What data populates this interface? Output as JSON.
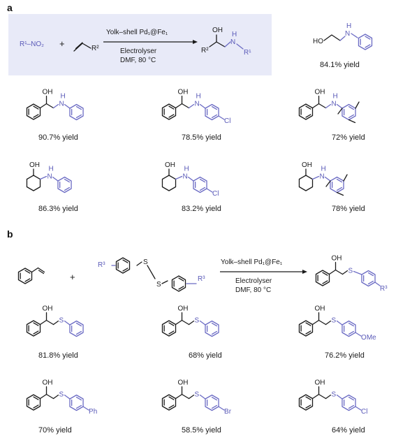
{
  "panel_a": {
    "label": "a",
    "reaction": {
      "reactant1": "R¹–NO₂",
      "plus": "+",
      "r2": "R²",
      "conditions": [
        "Yolk–shell Pd₁@Fe₁",
        "Electrolyser",
        "DMF, 80 °C"
      ],
      "product_r2": "R²",
      "product_r1": "R¹"
    },
    "products": [
      {
        "yield": "84.1% yield"
      },
      {
        "yield": "90.7% yield"
      },
      {
        "yield": "78.5% yield",
        "sub": "Cl"
      },
      {
        "yield": "72% yield"
      },
      {
        "yield": "86.3% yield"
      },
      {
        "yield": "83.2% yield",
        "sub": "Cl"
      },
      {
        "yield": "78% yield"
      }
    ]
  },
  "panel_b": {
    "label": "b",
    "reaction": {
      "plus": "+",
      "r3": "R³",
      "conditions": [
        "Yolk–shell Pd₁@Fe₁",
        "Electrolyser",
        "DMF, 80 °C"
      ]
    },
    "products": [
      {
        "yield": "81.8% yield"
      },
      {
        "yield": "68% yield"
      },
      {
        "yield": "76.2% yield",
        "sub": "OMe"
      },
      {
        "yield": "70% yield",
        "sub": "Ph"
      },
      {
        "yield": "58.5% yield",
        "sub": "Br"
      },
      {
        "yield": "64% yield",
        "sub": "Cl"
      }
    ]
  },
  "atoms": {
    "OH": "OH",
    "HO": "HO",
    "H": "H",
    "N": "N",
    "S": "S"
  },
  "colors": {
    "black": "#1a1a1a",
    "blue": "#6b6bc4",
    "box": "#e8eaf8"
  }
}
